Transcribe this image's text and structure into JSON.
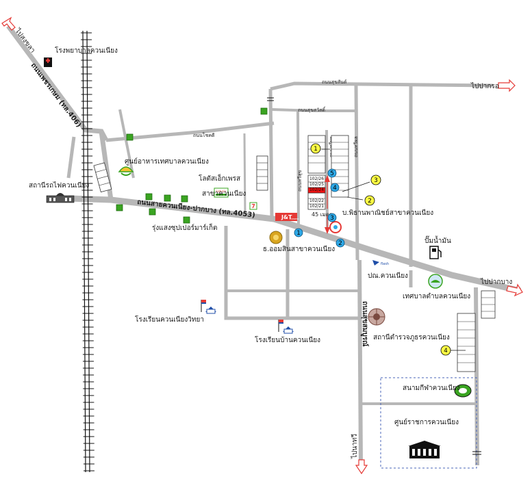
{
  "places": {
    "hospital": "โรงพยาบาลควนเนียง",
    "station": "สถานีรถไฟควนเนียง",
    "food_center": "ศูนย์อาหารเทศบาลควนเนียง",
    "lotus_1": "โลตัสเอ็กเพรส",
    "lotus_2": "สาขาควนเนียง",
    "rungsang": "รุ่งแสงซุปเปอร์มาร์เก็ต",
    "gsb": "ธ.ออมสินสาขาควนเนียง",
    "pitan": "บ.พิธานพาณิชย์สาขาควนเนียง",
    "gas": "ปั๊มน้ำมัน",
    "post": "ปณ.ควนเนียง",
    "municipality": "เทศบาลตำบลควนเนียง",
    "police": "สถานีตำรวจภูธรควนเนียง",
    "school_1": "โรงเรียนควนเนียงวิทยา",
    "school_2": "โรงเรียนบ้านควนเนียง",
    "stadium": "สนามกีฬาควนเนียง",
    "gov_center": "ศูนย์ราชการควนเนียง"
  },
  "roads": {
    "main": "ถนนสายควนเนียง-ปากบาง (ทล.4053)",
    "diag": "ถนนเพชรเกษม (ทล.406)",
    "to_songkhla": "ไปสงขลา",
    "to_pakrong": "ไปปากรอ",
    "to_pakbang": "ไปปากบาง",
    "to_yala": "ไปนาทวี",
    "sukhumvit": "ถนนสุขสันต์",
    "suksawat": "ถนนสุขสวัสดิ์",
    "khlong": "ถนนโชคดี",
    "soi_a": "ถนนทวีสุข",
    "soi_b": "ถนนทวีพร",
    "soi_c": "ถนนทวีผล",
    "vert_road": "ถนนสุขสมบูรณ์",
    "distance": "45 เมตร"
  },
  "lots": [
    "102/26",
    "102/25",
    "102/24",
    "102/23",
    "102/22",
    "102/21"
  ],
  "yellow_markers": [
    "1",
    "2",
    "3",
    "4"
  ],
  "blue_markers": [
    "1",
    "2",
    "3",
    "4",
    "5"
  ],
  "brands": {
    "jt": "J&T",
    "jt_sub": "EXPRESS",
    "seven": "7",
    "flash": "flash",
    "lotus_logo": "Lotus's"
  },
  "colors": {
    "road": "#b7b7b7",
    "marker_yellow": "#ffff44",
    "marker_blue": "#2ea8e6",
    "arrow_red": "#e53935",
    "green_sq": "#3aa421",
    "railway": "#111111"
  }
}
